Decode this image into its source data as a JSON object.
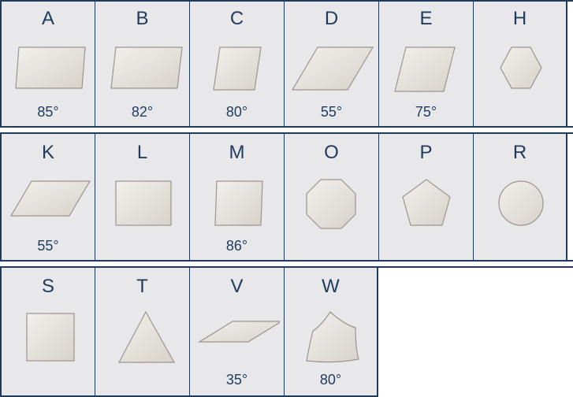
{
  "rows": [
    [
      {
        "letter": "A",
        "angle": "85°",
        "shape": "parallelogram-85"
      },
      {
        "letter": "B",
        "angle": "82°",
        "shape": "parallelogram-82"
      },
      {
        "letter": "C",
        "angle": "80°",
        "shape": "rhombus-80"
      },
      {
        "letter": "D",
        "angle": "55°",
        "shape": "parallelogram-55"
      },
      {
        "letter": "E",
        "angle": "75°",
        "shape": "rhombus-75"
      },
      {
        "letter": "H",
        "angle": "",
        "shape": "hexagon"
      }
    ],
    [
      {
        "letter": "K",
        "angle": "55°",
        "shape": "parallelogram-55-thin"
      },
      {
        "letter": "L",
        "angle": "",
        "shape": "rectangle"
      },
      {
        "letter": "M",
        "angle": "86°",
        "shape": "square-86"
      },
      {
        "letter": "O",
        "angle": "",
        "shape": "octagon"
      },
      {
        "letter": "P",
        "angle": "",
        "shape": "pentagon"
      },
      {
        "letter": "R",
        "angle": "",
        "shape": "round"
      }
    ],
    [
      {
        "letter": "S",
        "angle": "",
        "shape": "square"
      },
      {
        "letter": "T",
        "angle": "",
        "shape": "triangle"
      },
      {
        "letter": "V",
        "angle": "35°",
        "shape": "parallelogram-35"
      },
      {
        "letter": "W",
        "angle": "80°",
        "shape": "trigon-80"
      }
    ]
  ],
  "colors": {
    "border": "#1f3a5c",
    "cell_bg": "#e8e8ea",
    "text": "#1f3a5c",
    "shape_fill": "#e6e2dc",
    "shape_edge": "#9a958e"
  }
}
